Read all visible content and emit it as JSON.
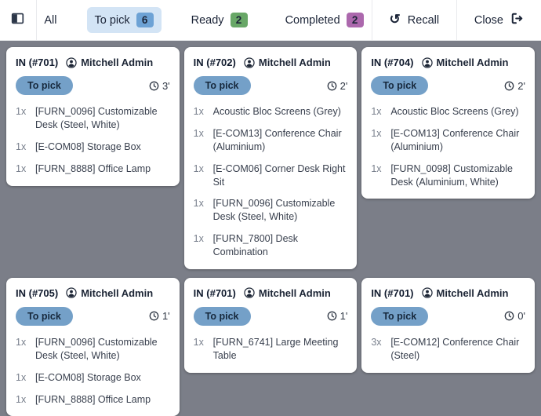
{
  "topbar": {
    "tabs": [
      {
        "label": "All",
        "count": ""
      },
      {
        "label": "To pick",
        "count": "6"
      },
      {
        "label": "Ready",
        "count": "2"
      },
      {
        "label": "Completed",
        "count": "2"
      }
    ],
    "active_tab": "To pick",
    "recall_label": "Recall",
    "close_label": "Close",
    "icons": {
      "recall": "↺"
    }
  },
  "colors": {
    "active_tab_bg": "#d3e4f5",
    "to_pick_badge": "#6da2d5",
    "ready_badge": "#68a767",
    "completed_badge": "#ac68ad",
    "status_pill": "#74a0c8",
    "content_bg": "#7b7e88"
  },
  "cards": [
    {
      "reference": "IN (#701)",
      "responsible": "Mitchell Admin",
      "status": "To pick",
      "time": "3'",
      "lines": [
        {
          "qty": "1x",
          "product": "[FURN_0096] Customizable Desk (Steel, White)"
        },
        {
          "qty": "1x",
          "product": "[E-COM08] Storage Box"
        },
        {
          "qty": "1x",
          "product": "[FURN_8888] Office Lamp"
        }
      ]
    },
    {
      "reference": "IN (#702)",
      "responsible": "Mitchell Admin",
      "status": "To pick",
      "time": "2'",
      "lines": [
        {
          "qty": "1x",
          "product": "Acoustic Bloc Screens (Grey)"
        },
        {
          "qty": "1x",
          "product": "[E-COM13] Conference Chair (Aluminium)"
        },
        {
          "qty": "1x",
          "product": "[E-COM06] Corner Desk Right Sit"
        },
        {
          "qty": "1x",
          "product": "[FURN_0096] Customizable Desk (Steel, White)"
        },
        {
          "qty": "1x",
          "product": "[FURN_7800] Desk Combination"
        }
      ]
    },
    {
      "reference": "IN (#704)",
      "responsible": "Mitchell Admin",
      "status": "To pick",
      "time": "2'",
      "lines": [
        {
          "qty": "1x",
          "product": "Acoustic Bloc Screens (Grey)"
        },
        {
          "qty": "1x",
          "product": "[E-COM13] Conference Chair (Aluminium)"
        },
        {
          "qty": "1x",
          "product": "[FURN_0098] Customizable Desk (Aluminium, White)"
        }
      ]
    },
    {
      "reference": "IN (#705)",
      "responsible": "Mitchell Admin",
      "status": "To pick",
      "time": "1'",
      "lines": [
        {
          "qty": "1x",
          "product": "[FURN_0096] Customizable Desk (Steel, White)"
        },
        {
          "qty": "1x",
          "product": "[E-COM08] Storage Box"
        },
        {
          "qty": "1x",
          "product": "[FURN_8888] Office Lamp"
        }
      ]
    },
    {
      "reference": "IN (#701)",
      "responsible": "Mitchell Admin",
      "status": "To pick",
      "time": "1'",
      "lines": [
        {
          "qty": "1x",
          "product": "[FURN_6741] Large Meeting Table"
        }
      ]
    },
    {
      "reference": "IN (#701)",
      "responsible": "Mitchell Admin",
      "status": "To pick",
      "time": "0'",
      "lines": [
        {
          "qty": "3x",
          "product": "[E-COM12] Conference Chair (Steel)"
        }
      ]
    }
  ]
}
